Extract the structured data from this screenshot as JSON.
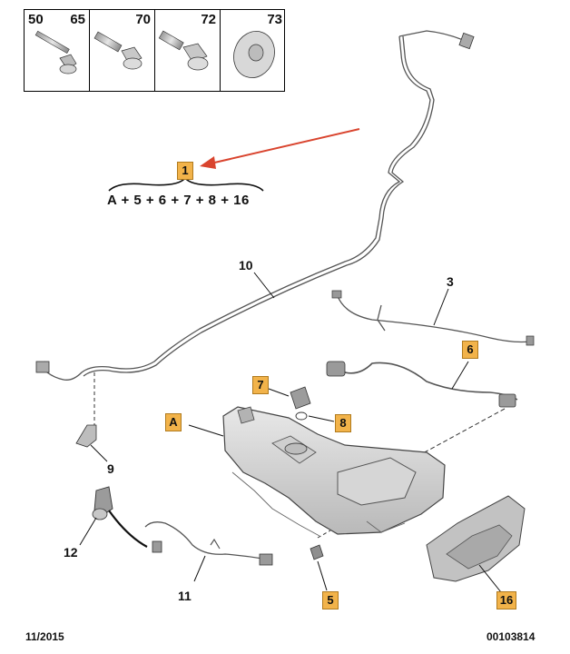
{
  "fastener_table": {
    "cells": [
      {
        "left": "50",
        "right": "65"
      },
      {
        "left": "",
        "right": "70"
      },
      {
        "left": "",
        "right": "72"
      },
      {
        "left": "",
        "right": "73"
      }
    ]
  },
  "callout": {
    "tag": "1",
    "formula": "A + 5 + 6 + 7 + 8 + 16",
    "arrow_color": "#d9442e"
  },
  "labels": {
    "p10": "10",
    "p3": "3",
    "p6": "6",
    "p7": "7",
    "p8": "8",
    "pA": "A",
    "p9": "9",
    "p12": "12",
    "p11": "11",
    "p5": "5",
    "p16": "16"
  },
  "footer": {
    "date": "11/2015",
    "ref": "00103814"
  },
  "colors": {
    "tag_fill": "#f2b34a",
    "line": "#555555"
  }
}
